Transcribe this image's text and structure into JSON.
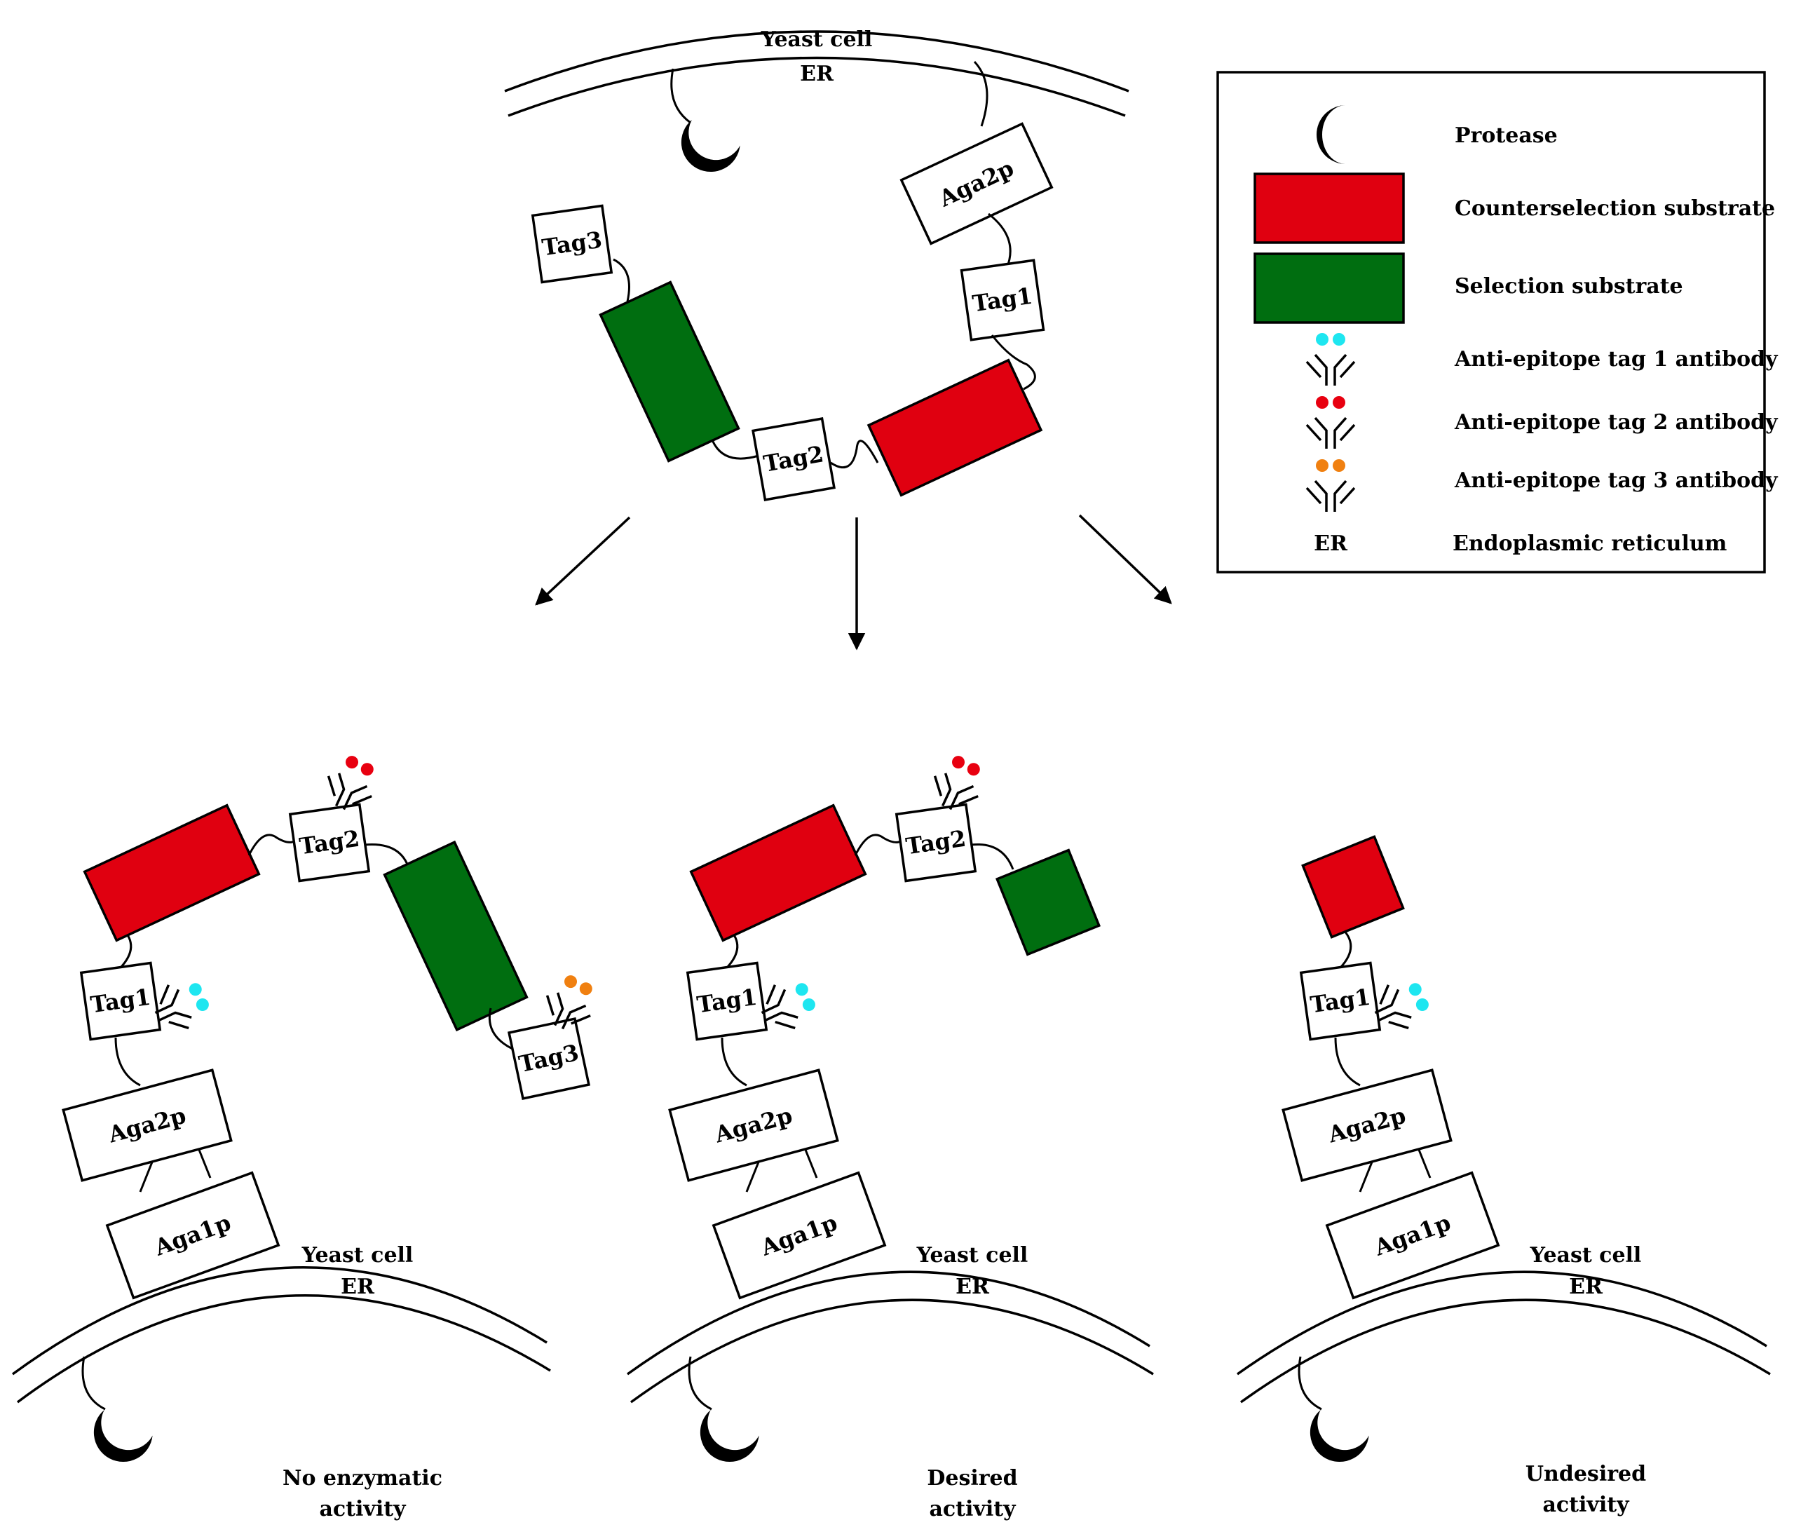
{
  "colors": {
    "counterselection": "#e00010",
    "selection": "#006e10",
    "tag1_dot": "#1ee6f0",
    "tag2_dot": "#e80010",
    "tag3_dot": "#f08010",
    "protease": "#000000"
  },
  "top": {
    "cell_label": "Yeast cell",
    "er_label": "ER",
    "aga2p": "Aga2p",
    "tag1": "Tag1",
    "tag2": "Tag2",
    "tag3": "Tag3"
  },
  "panels": [
    {
      "cell_label": "Yeast cell",
      "er_label": "ER",
      "aga1p": "Aga1p",
      "aga2p": "Aga2p",
      "tag1": "Tag1",
      "tag2": "Tag2",
      "tag3": "Tag3",
      "caption_line1": "No enzymatic",
      "caption_line2": "activity"
    },
    {
      "cell_label": "Yeast cell",
      "er_label": "ER",
      "aga1p": "Aga1p",
      "aga2p": "Aga2p",
      "tag1": "Tag1",
      "tag2": "Tag2",
      "caption_line1": "Desired",
      "caption_line2": "activity"
    },
    {
      "cell_label": "Yeast cell",
      "er_label": "ER",
      "aga1p": "Aga1p",
      "aga2p": "Aga2p",
      "tag1": "Tag1",
      "caption_line1": "Undesired",
      "caption_line2": "activity"
    }
  ],
  "legend": {
    "items": [
      {
        "icon": "protease-icon",
        "label": "Protease"
      },
      {
        "icon": "counterselection-substrate-icon",
        "label": "Counterselection substrate"
      },
      {
        "icon": "selection-substrate-icon",
        "label": "Selection substrate"
      },
      {
        "icon": "antibody-tag1-icon",
        "label": "Anti-epitope tag 1 antibody"
      },
      {
        "icon": "antibody-tag2-icon",
        "label": "Anti-epitope tag 2 antibody"
      },
      {
        "icon": "antibody-tag3-icon",
        "label": "Anti-epitope tag 3 antibody"
      },
      {
        "icon": "er-abbrev",
        "abbrev": "ER",
        "label": "Endoplasmic reticulum"
      }
    ]
  }
}
